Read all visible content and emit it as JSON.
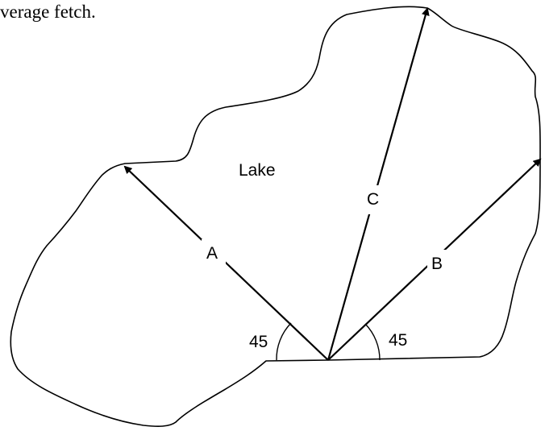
{
  "caption": "verage fetch.",
  "labels": {
    "lake": "Lake",
    "arrow_a": "A",
    "arrow_b": "B",
    "arrow_c": "C",
    "angle_left": "45",
    "angle_right": "45"
  },
  "colors": {
    "stroke": "#000000",
    "background": "#ffffff"
  }
}
